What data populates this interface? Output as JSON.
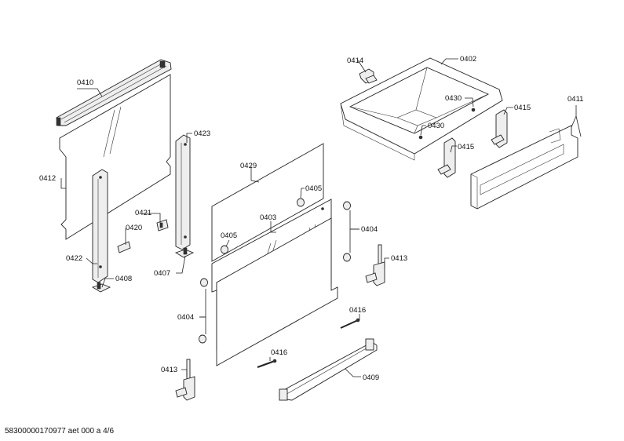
{
  "labels": {
    "p0410": "0410",
    "p0412": "0412",
    "p0423": "0423",
    "p0421": "0421",
    "p0420": "0420",
    "p0422": "0422",
    "p0408": "0408",
    "p0407": "0407",
    "p0429": "0429",
    "p0405a": "0405",
    "p0403": "0403",
    "p0405b": "0405",
    "p0404a": "0404",
    "p0404b": "0404",
    "p0413a": "0413",
    "p0413b": "0413",
    "p0416a": "0416",
    "p0416b": "0416",
    "p0409": "0409",
    "p0414": "0414",
    "p0402": "0402",
    "p0430a": "0430",
    "p0430b": "0430",
    "p0415a": "0415",
    "p0415b": "0415",
    "p0411": "0411"
  },
  "footer": "58300000170977 aet 000 a 4/6"
}
